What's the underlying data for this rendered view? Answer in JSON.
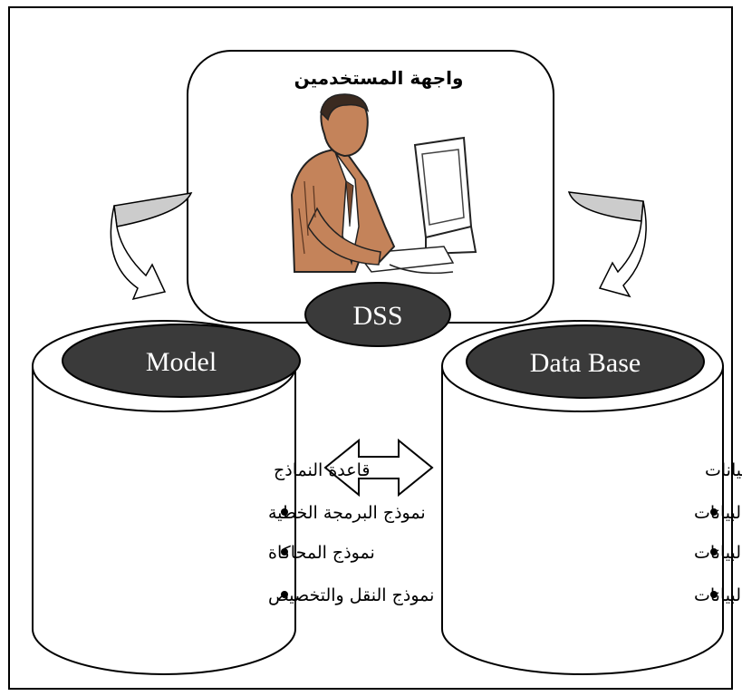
{
  "user_interface": {
    "title": "واجهة المستخدمين",
    "dss_label": "DSS",
    "illustration": "person-at-computer-icon"
  },
  "model": {
    "header": "Model",
    "title": "قاعدة النماذج",
    "items": [
      "نموذج البرمجة الخطية",
      "نموذج المحاكاة",
      "نموذج النقل والتخصيص"
    ]
  },
  "database": {
    "header": "Data Base",
    "title": "قاعدة البيانات",
    "items": [
      "ملفات البيانات",
      "سجلات البيانات",
      "حقول البيانات"
    ]
  },
  "colors": {
    "oval_fill": "#3a3a3a",
    "arrow_fill": "#cccccc",
    "stroke": "#000000",
    "skin": "#c4835a"
  }
}
